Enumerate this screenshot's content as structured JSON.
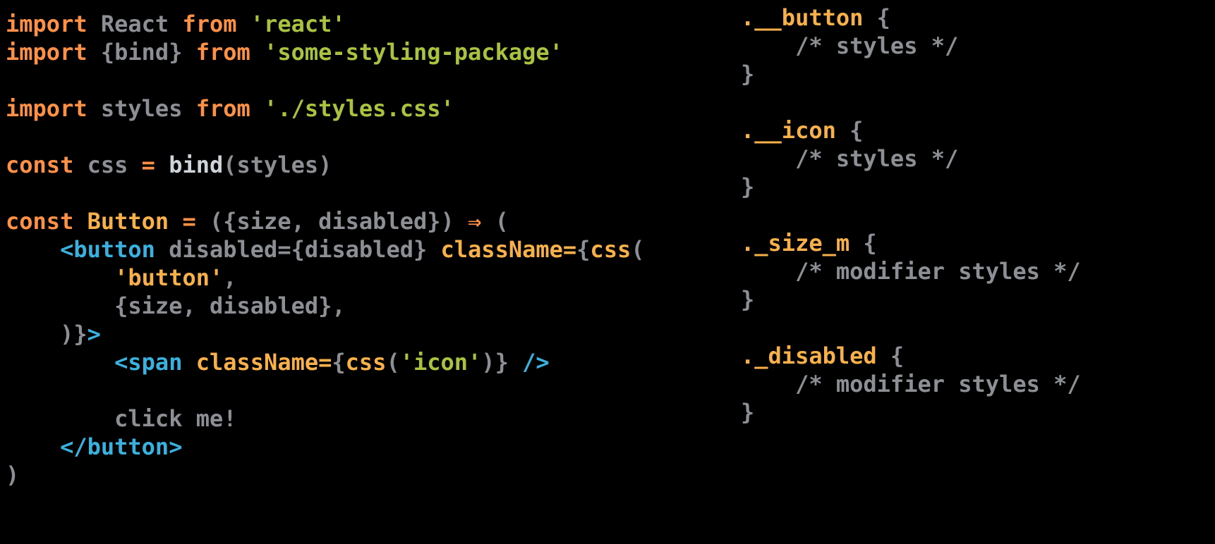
{
  "colors": {
    "background": "#000000",
    "orange": "#ff9147",
    "gold": "#f7b04a",
    "green": "#a9c23f",
    "gray": "#8c8f93",
    "cyan": "#39b2e0",
    "light": "#cfd4da"
  },
  "panels": {
    "jsx": {
      "name": "jsx-source",
      "lines": [
        [
          {
            "t": "import",
            "c": "orange"
          },
          {
            "t": " React ",
            "c": "gray"
          },
          {
            "t": "from",
            "c": "orange"
          },
          {
            "t": " ",
            "c": "gray"
          },
          {
            "t": "'react'",
            "c": "green"
          }
        ],
        [
          {
            "t": "import",
            "c": "orange"
          },
          {
            "t": " {bind} ",
            "c": "gray"
          },
          {
            "t": "from",
            "c": "orange"
          },
          {
            "t": " ",
            "c": "gray"
          },
          {
            "t": "'some-styling-package'",
            "c": "green"
          }
        ],
        [],
        [
          {
            "t": "import",
            "c": "orange"
          },
          {
            "t": " styles ",
            "c": "gray"
          },
          {
            "t": "from",
            "c": "orange"
          },
          {
            "t": " ",
            "c": "gray"
          },
          {
            "t": "'./styles.css'",
            "c": "green"
          }
        ],
        [],
        [
          {
            "t": "const",
            "c": "orange"
          },
          {
            "t": " css ",
            "c": "gray"
          },
          {
            "t": "=",
            "c": "orange"
          },
          {
            "t": " ",
            "c": "gray"
          },
          {
            "t": "bind",
            "c": "light"
          },
          {
            "t": "(styles)",
            "c": "gray"
          }
        ],
        [],
        [
          {
            "t": "const",
            "c": "orange"
          },
          {
            "t": " ",
            "c": "gray"
          },
          {
            "t": "Button",
            "c": "gold"
          },
          {
            "t": " ",
            "c": "gray"
          },
          {
            "t": "=",
            "c": "orange"
          },
          {
            "t": " ({size, disabled}) ",
            "c": "gray"
          },
          {
            "t": "⇒",
            "c": "orange"
          },
          {
            "t": " (",
            "c": "gray"
          }
        ],
        [
          {
            "t": "    ",
            "c": "gray"
          },
          {
            "t": "<button",
            "c": "cyan"
          },
          {
            "t": " disabled={disabled} ",
            "c": "gray"
          },
          {
            "t": "className",
            "c": "gold"
          },
          {
            "t": "=",
            "c": "gold"
          },
          {
            "t": "{",
            "c": "gray"
          },
          {
            "t": "css",
            "c": "gold"
          },
          {
            "t": "(",
            "c": "gray"
          }
        ],
        [
          {
            "t": "        ",
            "c": "gray"
          },
          {
            "t": "'button'",
            "c": "gold"
          },
          {
            "t": ",",
            "c": "gray"
          }
        ],
        [
          {
            "t": "        {size, disabled},",
            "c": "gray"
          }
        ],
        [
          {
            "t": "    )}",
            "c": "gray"
          },
          {
            "t": ">",
            "c": "cyan"
          }
        ],
        [
          {
            "t": "        ",
            "c": "gray"
          },
          {
            "t": "<span",
            "c": "cyan"
          },
          {
            "t": " ",
            "c": "gray"
          },
          {
            "t": "className",
            "c": "gold"
          },
          {
            "t": "=",
            "c": "gold"
          },
          {
            "t": "{",
            "c": "gray"
          },
          {
            "t": "css",
            "c": "gold"
          },
          {
            "t": "(",
            "c": "gray"
          },
          {
            "t": "'icon'",
            "c": "green"
          },
          {
            "t": ")} ",
            "c": "gray"
          },
          {
            "t": "/>",
            "c": "cyan"
          }
        ],
        [],
        [
          {
            "t": "        click me!",
            "c": "gray"
          }
        ],
        [
          {
            "t": "    ",
            "c": "gray"
          },
          {
            "t": "</button>",
            "c": "cyan"
          }
        ],
        [
          {
            "t": ")",
            "c": "gray"
          }
        ]
      ]
    },
    "css": {
      "name": "css-source",
      "lines": [
        [
          {
            "t": ".__button",
            "c": "gold"
          },
          {
            "t": " {",
            "c": "gray"
          }
        ],
        [
          {
            "t": "    /* styles */",
            "c": "gray"
          }
        ],
        [
          {
            "t": "}",
            "c": "gray"
          }
        ],
        [],
        [
          {
            "t": ".__icon",
            "c": "gold"
          },
          {
            "t": " {",
            "c": "gray"
          }
        ],
        [
          {
            "t": "    /* styles */",
            "c": "gray"
          }
        ],
        [
          {
            "t": "}",
            "c": "gray"
          }
        ],
        [],
        [
          {
            "t": "._size_m",
            "c": "gold"
          },
          {
            "t": " {",
            "c": "gray"
          }
        ],
        [
          {
            "t": "    /* modifier styles */",
            "c": "gray"
          }
        ],
        [
          {
            "t": "}",
            "c": "gray"
          }
        ],
        [],
        [
          {
            "t": "._disabled",
            "c": "gold"
          },
          {
            "t": " {",
            "c": "gray"
          }
        ],
        [
          {
            "t": "    /* modifier styles */",
            "c": "gray"
          }
        ],
        [
          {
            "t": "}",
            "c": "gray"
          }
        ]
      ]
    }
  }
}
